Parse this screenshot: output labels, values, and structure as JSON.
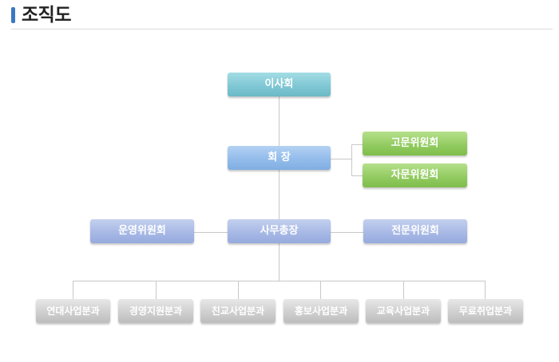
{
  "header": {
    "title": "조직도"
  },
  "colors": {
    "accent": "#3a78c3",
    "line": "#c8c8c8"
  },
  "nodes": {
    "board": "이사회",
    "chairman": "회 장",
    "advisory_committee": "고문위원회",
    "consulting_committee": "자문위원회",
    "operations_committee": "운영위원회",
    "secretary_general": "사무총장",
    "expert_committee": "전문위원회",
    "divisions": [
      "연대사업분과",
      "경영지원분과",
      "친교사업분과",
      "홍보사업분과",
      "교육사업분과",
      "무료취업분과"
    ]
  }
}
